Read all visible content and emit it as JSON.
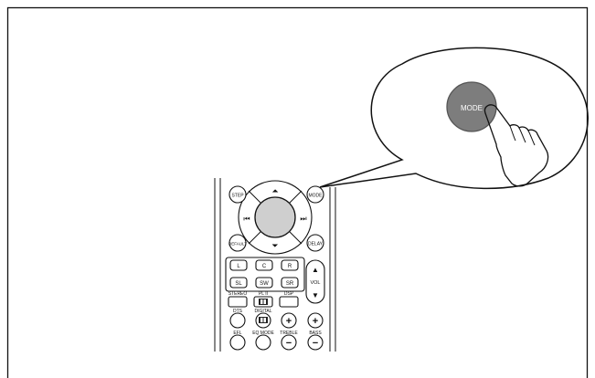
{
  "callout": {
    "button_label": "MODE"
  },
  "remote": {
    "left_top_label": "STEP",
    "right_top_label": "MODE",
    "left_mid_label": "DEFAULT",
    "right_mid_label": "DELAY",
    "channels": [
      "L",
      "C",
      "R",
      "SL",
      "SW",
      "SR"
    ],
    "vol_label": "VOL",
    "vol_up": "▲",
    "vol_down": "▼",
    "row1_labels": [
      "STEREO",
      "PL II",
      "DSP"
    ],
    "row2_labels": [
      "DTS",
      "DIGITAL"
    ],
    "row3_labels": [
      "EFL",
      "EQ MODE",
      "TREBLE",
      "BASS"
    ],
    "nav_up": "⏶",
    "nav_down": "⏷",
    "nav_prev": "⏮",
    "nav_next": "⏭",
    "plus": "+",
    "minus": "−"
  },
  "icons": [
    "pointing-hand-icon",
    "dolby-icon"
  ],
  "colors": {
    "mode_button": "#7d7d7d",
    "frame": "#000000"
  }
}
